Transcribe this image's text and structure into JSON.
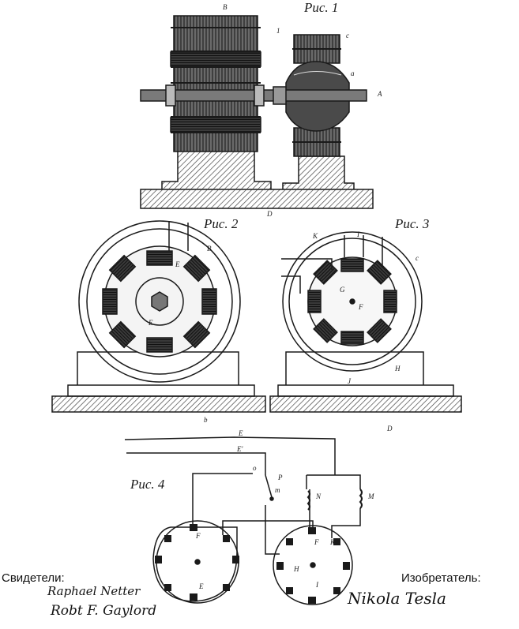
{
  "figures": {
    "fig1": "Рис. 1",
    "fig2": "Рис. 2",
    "fig3": "Рис. 3",
    "fig4": "Рис. 4"
  },
  "captions": {
    "witnesses": "Свидетели:",
    "inventor": "Изобретатель:"
  },
  "signatures": {
    "witness_1": "Raphael Netter",
    "witness_2": "Robt F. Gaylord",
    "inventor": "Nikola Tesla"
  },
  "colors": {
    "ink": "#1a1a1a",
    "paper": "#ffffff",
    "hatch": "#555555"
  }
}
